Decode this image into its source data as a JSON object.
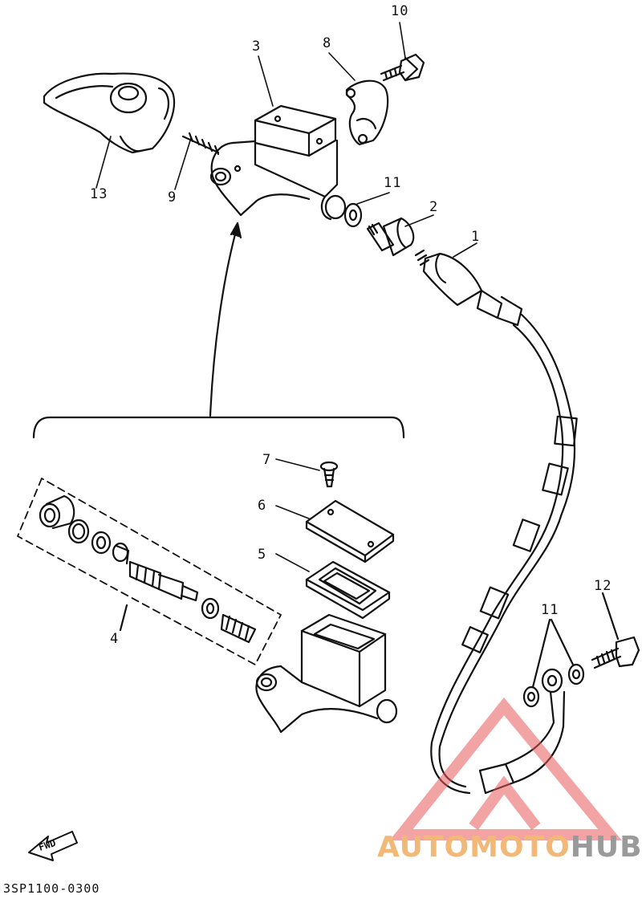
{
  "callouts": {
    "c1": "1",
    "c2": "2",
    "c3": "3",
    "c4": "4",
    "c5": "5",
    "c6": "6",
    "c7": "7",
    "c8": "8",
    "c9": "9",
    "c10": "10",
    "c11a": "11",
    "c11b": "11",
    "c12": "12",
    "c13": "13"
  },
  "fwd_label": "FWD",
  "drawing_code": "3SP1100-0300",
  "watermark": {
    "part1": "AUTOMOTO",
    "part2": "HUB",
    "color1": "#f2b878",
    "color2": "#9a9a9a",
    "triangle_color": "#e85a5a"
  }
}
